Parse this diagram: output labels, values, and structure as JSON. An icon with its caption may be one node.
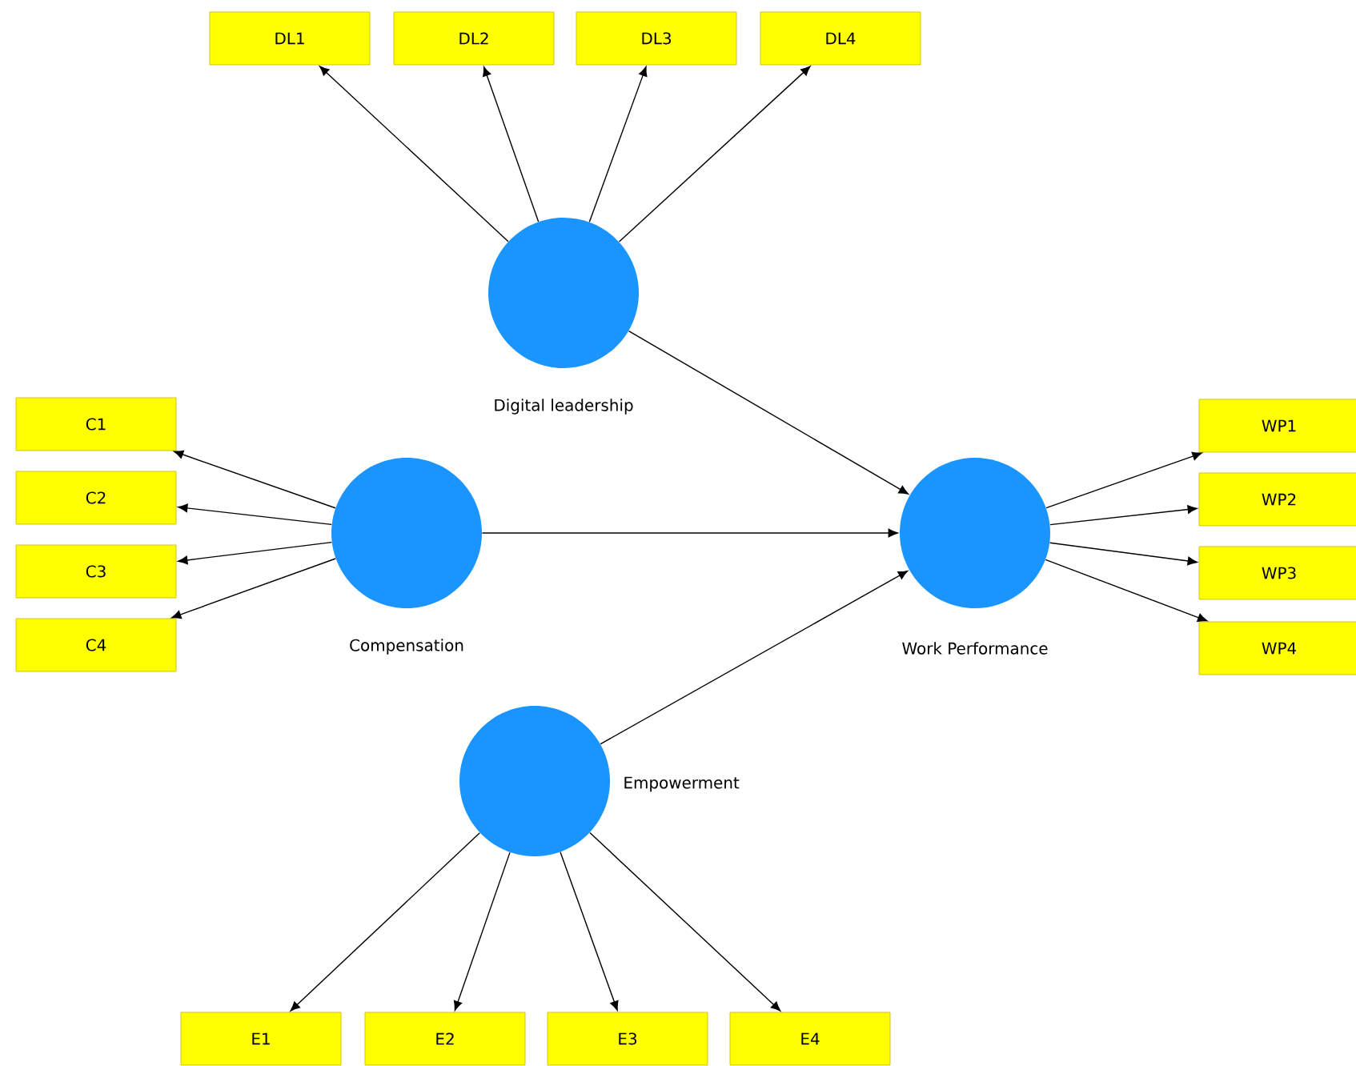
{
  "diagram": {
    "nodes": [
      {
        "text": [
          "Digital leadership"
        ]
      },
      {
        "text": [
          "DL1"
        ]
      },
      {
        "text": [
          "DL2"
        ]
      },
      {
        "text": [
          "DL3"
        ]
      },
      {
        "text": [
          "DL4"
        ]
      },
      {
        "text": [
          "Compensation"
        ]
      },
      {
        "text": [
          "C1"
        ]
      },
      {
        "text": [
          "C2"
        ]
      },
      {
        "text": [
          "C3"
        ]
      },
      {
        "text": [
          "C4"
        ]
      },
      {
        "text": [
          "Work Performance"
        ]
      },
      {
        "text": [
          "WP1"
        ]
      },
      {
        "text": [
          "WP2"
        ]
      },
      {
        "text": [
          "WP3"
        ]
      },
      {
        "text": [
          "WP4"
        ]
      },
      {
        "text": [
          "Empowerment"
        ]
      },
      {
        "text": [
          "E1"
        ]
      },
      {
        "text": [
          "E2"
        ]
      },
      {
        "text": [
          "E3"
        ]
      },
      {
        "text": [
          "E4"
        ]
      }
    ],
    "edges": [
      {
        "from": 0,
        "to": 1,
        "arrow": "to"
      },
      {
        "from": 0,
        "to": 2,
        "arrow": "to"
      },
      {
        "from": 0,
        "to": 3,
        "arrow": "to"
      },
      {
        "from": 0,
        "to": 4,
        "arrow": "to"
      },
      {
        "from": 5,
        "to": 6,
        "arrow": "to"
      },
      {
        "from": 5,
        "to": 7,
        "arrow": "to"
      },
      {
        "from": 5,
        "to": 8,
        "arrow": "to"
      },
      {
        "from": 5,
        "to": 9,
        "arrow": "to"
      },
      {
        "from": 0,
        "to": 10,
        "arrow": "to"
      },
      {
        "from": 5,
        "to": 10,
        "arrow": "to"
      },
      {
        "from": 15,
        "to": 10,
        "arrow": "to"
      },
      {
        "from": 10,
        "to": 11,
        "arrow": "to"
      },
      {
        "from": 10,
        "to": 12,
        "arrow": "to"
      },
      {
        "from": 10,
        "to": 13,
        "arrow": "to"
      },
      {
        "from": 10,
        "to": 14,
        "arrow": "to"
      },
      {
        "from": 15,
        "to": 16,
        "arrow": "to"
      },
      {
        "from": 15,
        "to": 17,
        "arrow": "to"
      },
      {
        "from": 15,
        "to": 18,
        "arrow": "to"
      },
      {
        "from": 15,
        "to": 19,
        "arrow": "to"
      }
    ]
  }
}
